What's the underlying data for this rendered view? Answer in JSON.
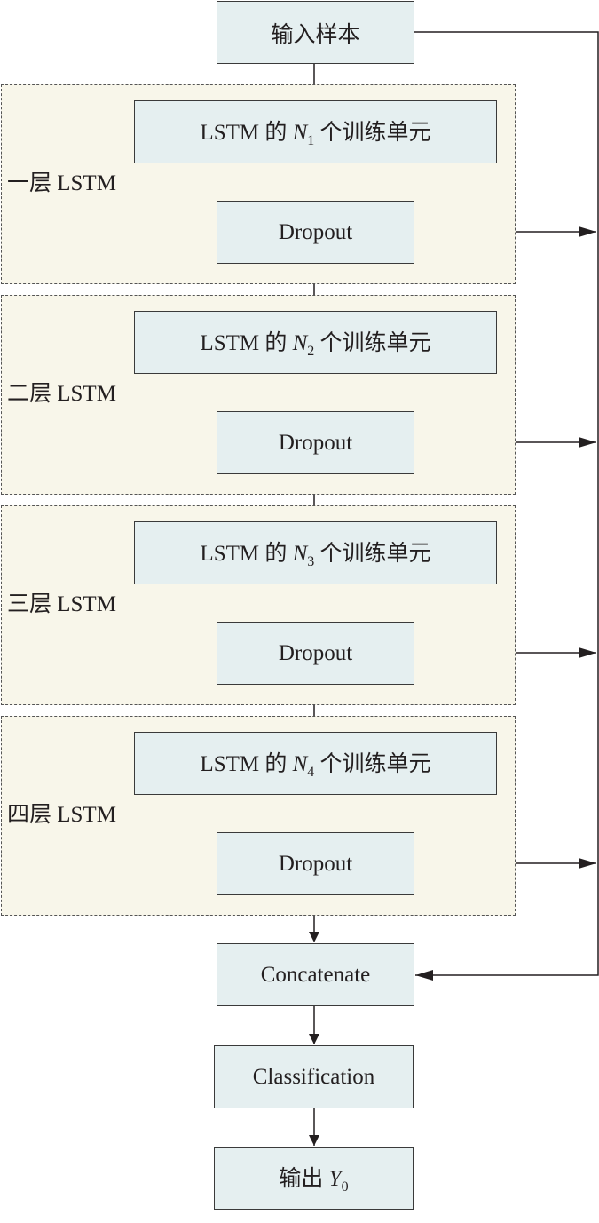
{
  "input": "输入样本",
  "layers": [
    {
      "label": "一层 LSTM",
      "unit_prefix": "LSTM 的 ",
      "unit_var": "N",
      "unit_sub": "1",
      "unit_suffix": " 个训练单元",
      "dropout": "Dropout"
    },
    {
      "label": "二层 LSTM",
      "unit_prefix": "LSTM 的 ",
      "unit_var": "N",
      "unit_sub": "2",
      "unit_suffix": " 个训练单元",
      "dropout": "Dropout"
    },
    {
      "label": "三层 LSTM",
      "unit_prefix": "LSTM 的 ",
      "unit_var": "N",
      "unit_sub": "3",
      "unit_suffix": " 个训练单元",
      "dropout": "Dropout"
    },
    {
      "label": "四层 LSTM",
      "unit_prefix": "LSTM 的 ",
      "unit_var": "N",
      "unit_sub": "4",
      "unit_suffix": " 个训练单元",
      "dropout": "Dropout"
    }
  ],
  "concatenate": "Concatenate",
  "classification": "Classification",
  "output": {
    "prefix": "输出 ",
    "var": "Y",
    "sub": "0"
  },
  "colors": {
    "box_fill": "#e5eff0",
    "group_fill": "#f8f6ea",
    "line": "#231f20"
  }
}
